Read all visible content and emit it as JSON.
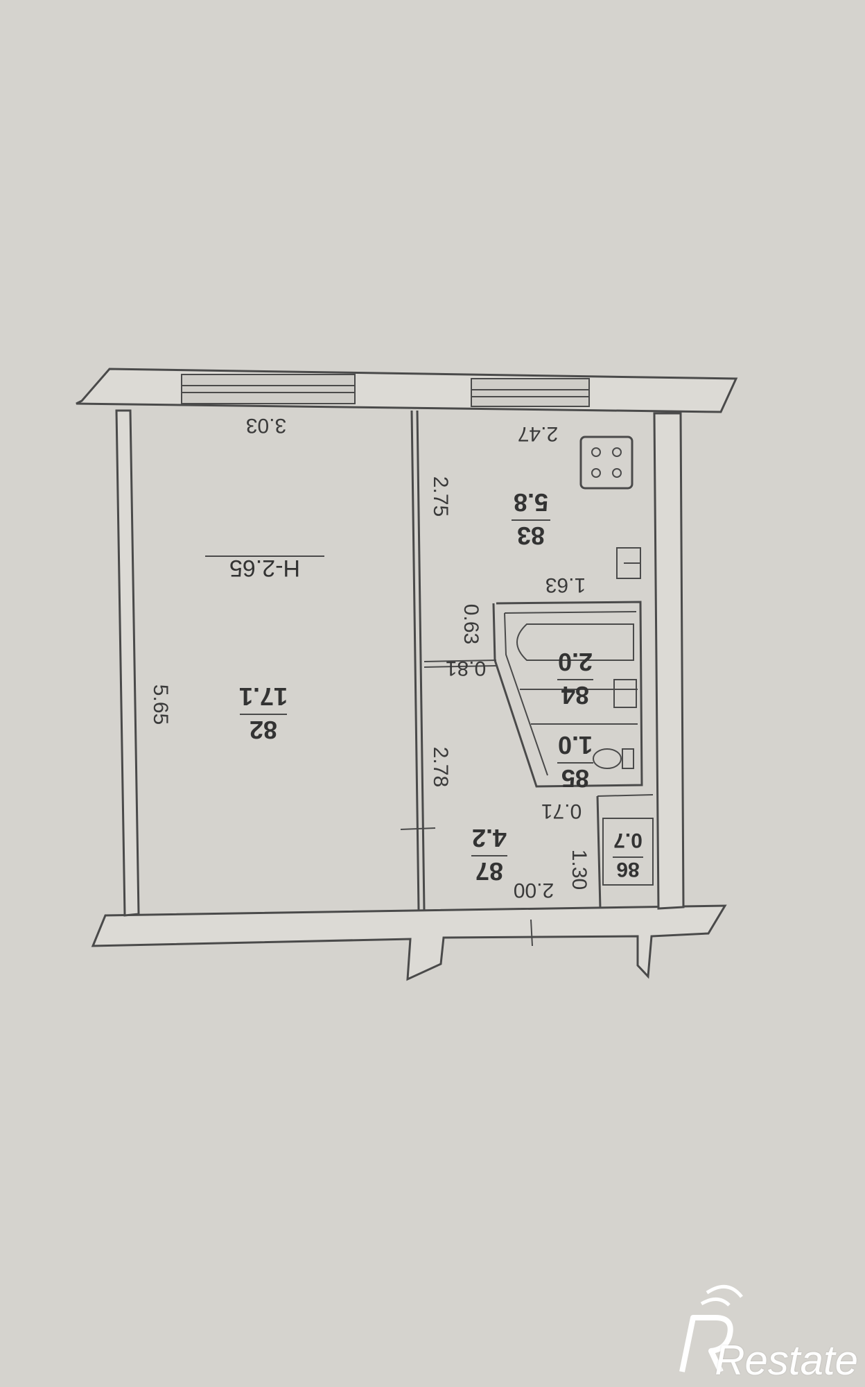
{
  "plan": {
    "rooms": [
      {
        "id": "room-82",
        "number": "82",
        "area": "17.1"
      },
      {
        "id": "room-83",
        "number": "83",
        "area": "5.8"
      },
      {
        "id": "room-84",
        "number": "84",
        "area": "2.0"
      },
      {
        "id": "room-85",
        "number": "85",
        "area": "1.0"
      },
      {
        "id": "room-86",
        "number": "86",
        "area": "0.7"
      },
      {
        "id": "room-87",
        "number": "87",
        "area": "4.2"
      }
    ],
    "ceiling_height": "H-2.65",
    "dimensions": {
      "room82_width": "3.03",
      "room82_length": "5.65",
      "kitchen_width": "2.47",
      "kitchen_length": "2.75",
      "kitchen_inner": "1.63",
      "bath_offset": "0.63",
      "corridor_step": "0.81",
      "corridor_length": "2.78",
      "closet_width": "0.71",
      "closet_length": "1.30",
      "hall_width": "2.00"
    }
  },
  "watermark": {
    "text": "Restate"
  },
  "colors": {
    "paper": "#d5d3ce",
    "ink": "#4a4a4a",
    "watermark": "#ffffff"
  }
}
